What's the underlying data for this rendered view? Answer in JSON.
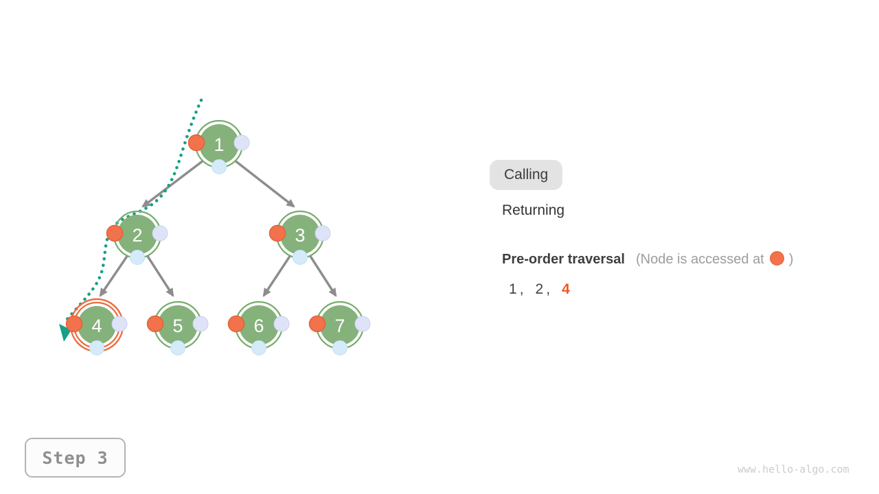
{
  "figure": {
    "legend": {
      "calling": "Calling",
      "returning": "Returning"
    },
    "traversal": {
      "title": "Pre-order traversal",
      "note_open": "(Node is accessed at",
      "note_close": ")",
      "separator": ",",
      "sequence": [
        {
          "value": "1",
          "highlight": false
        },
        {
          "value": "2",
          "highlight": false
        },
        {
          "value": "4",
          "highlight": true
        }
      ]
    },
    "tree": {
      "nodes": [
        {
          "label": "1",
          "state": "calling"
        },
        {
          "label": "2",
          "state": "calling"
        },
        {
          "label": "3",
          "state": "calling"
        },
        {
          "label": "4",
          "state": "current"
        },
        {
          "label": "5",
          "state": "calling"
        },
        {
          "label": "6",
          "state": "calling"
        },
        {
          "label": "7",
          "state": "calling"
        }
      ]
    },
    "step_label": "Step 3",
    "watermark": "www.hello-algo.com",
    "colors": {
      "node_fill": "#85b17b",
      "node_ring": "#77ac6d",
      "access_dot_orange": "#f2724b",
      "right_dot_lavender": "#dfe3f8",
      "bottom_dot_blue": "#d5ebfa",
      "path_teal": "#16a085",
      "edge_gray": "#8d8d8d",
      "current_ring_orange": "#ed6b3d",
      "sequence_highlight": "#ec5b1e"
    }
  }
}
